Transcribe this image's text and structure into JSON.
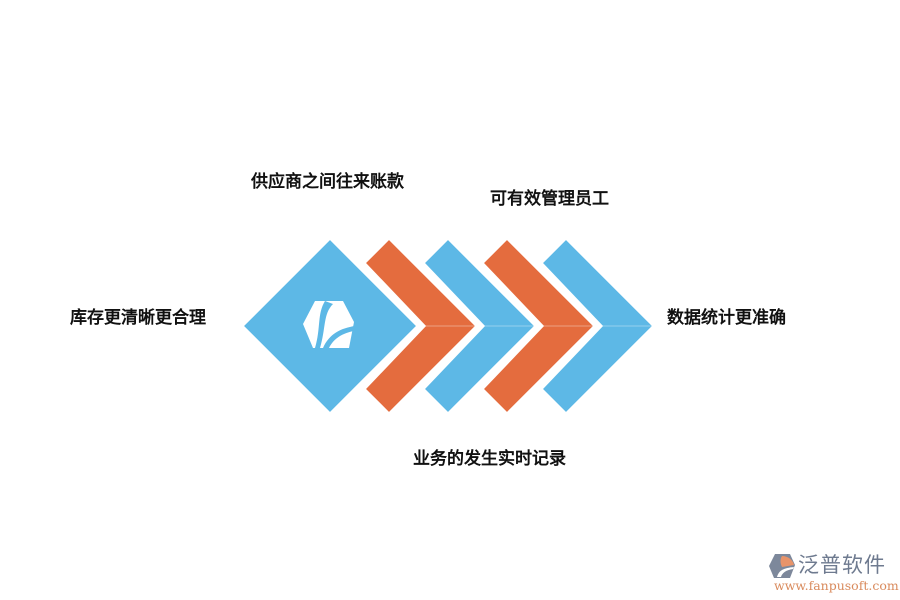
{
  "labels": {
    "top_left": "供应商之间往来账款",
    "top_right": "可有效管理员工",
    "left": "库存更清晰更合理",
    "right": "数据统计更准确",
    "bottom": "业务的发生实时记录"
  },
  "diagram": {
    "shapes": [
      {
        "type": "diamond",
        "color": "#5db8e6",
        "icon": "fanpu-logo-icon"
      },
      {
        "type": "chevron",
        "color": "#e46c3e"
      },
      {
        "type": "chevron",
        "color": "#5db8e6"
      },
      {
        "type": "chevron",
        "color": "#e46c3e"
      },
      {
        "type": "chevron",
        "color": "#5db8e6"
      }
    ],
    "colors": {
      "blue": "#5db8e6",
      "orange": "#e46c3e"
    }
  },
  "watermark": {
    "brand": "泛普软件",
    "url": "www.fanpusoft.com"
  }
}
